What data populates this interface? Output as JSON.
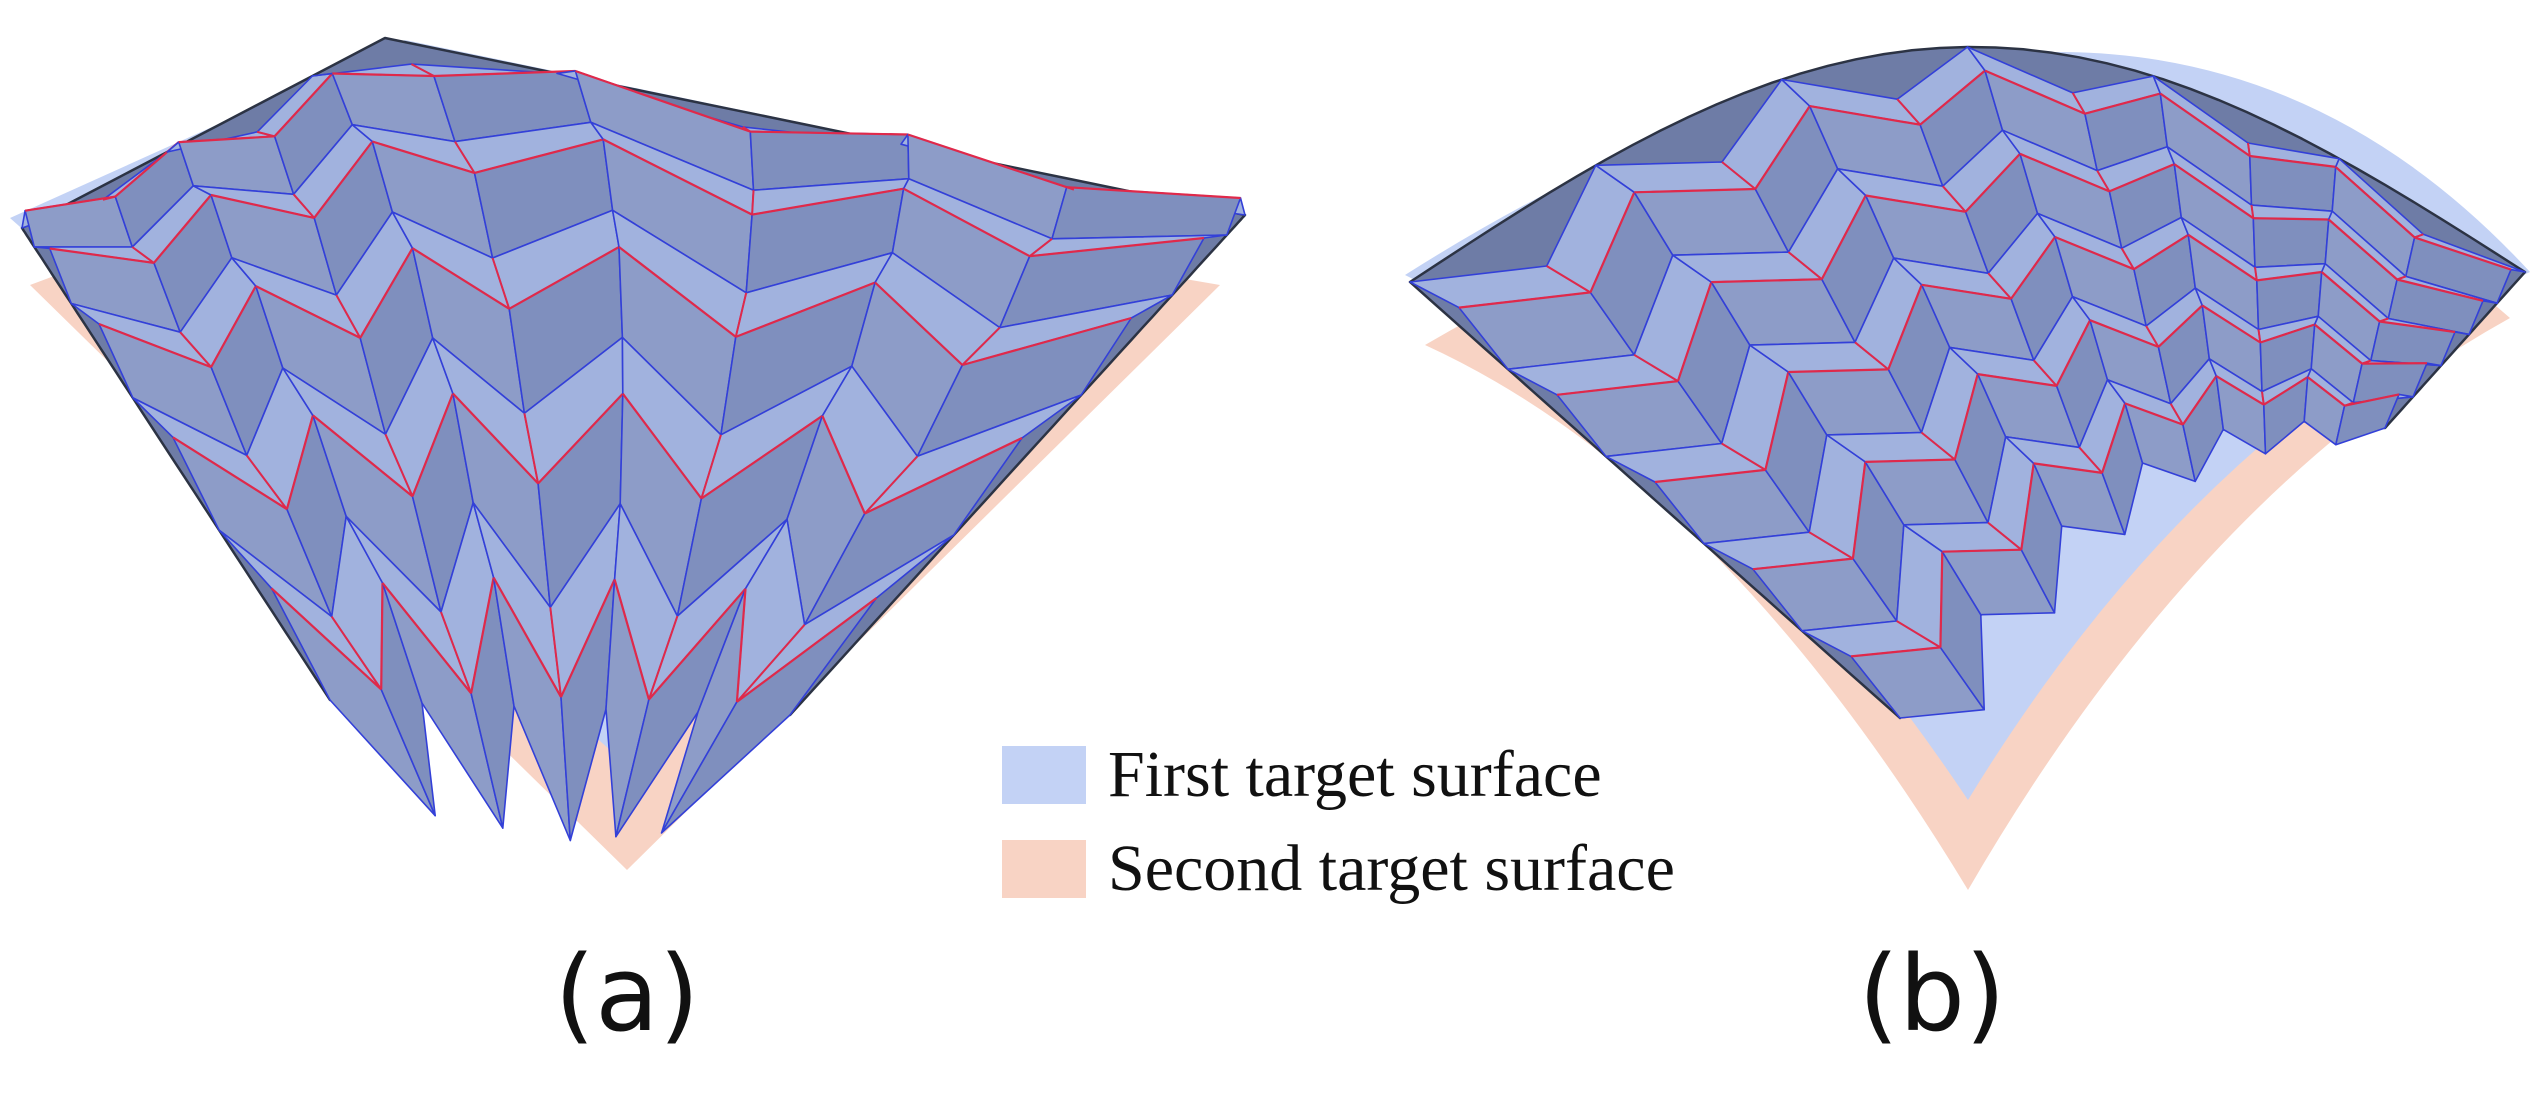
{
  "legend": {
    "items": [
      {
        "label": "First target surface",
        "color": "#c3d2f5"
      },
      {
        "label": "Second target surface",
        "color": "#f8d3c4"
      }
    ]
  },
  "panels": [
    {
      "label": "(a)",
      "surface": "flat"
    },
    {
      "label": "(b)",
      "surface": "curved"
    }
  ],
  "colors": {
    "fold_sheet_light": "#a1b2de",
    "fold_sheet_shadow": "#6e7ca6",
    "fold_sheet_back": "#d9d9de",
    "mountain_crease": "#e0294a",
    "valley_crease": "#3340d8",
    "outline": "#2c3344"
  }
}
